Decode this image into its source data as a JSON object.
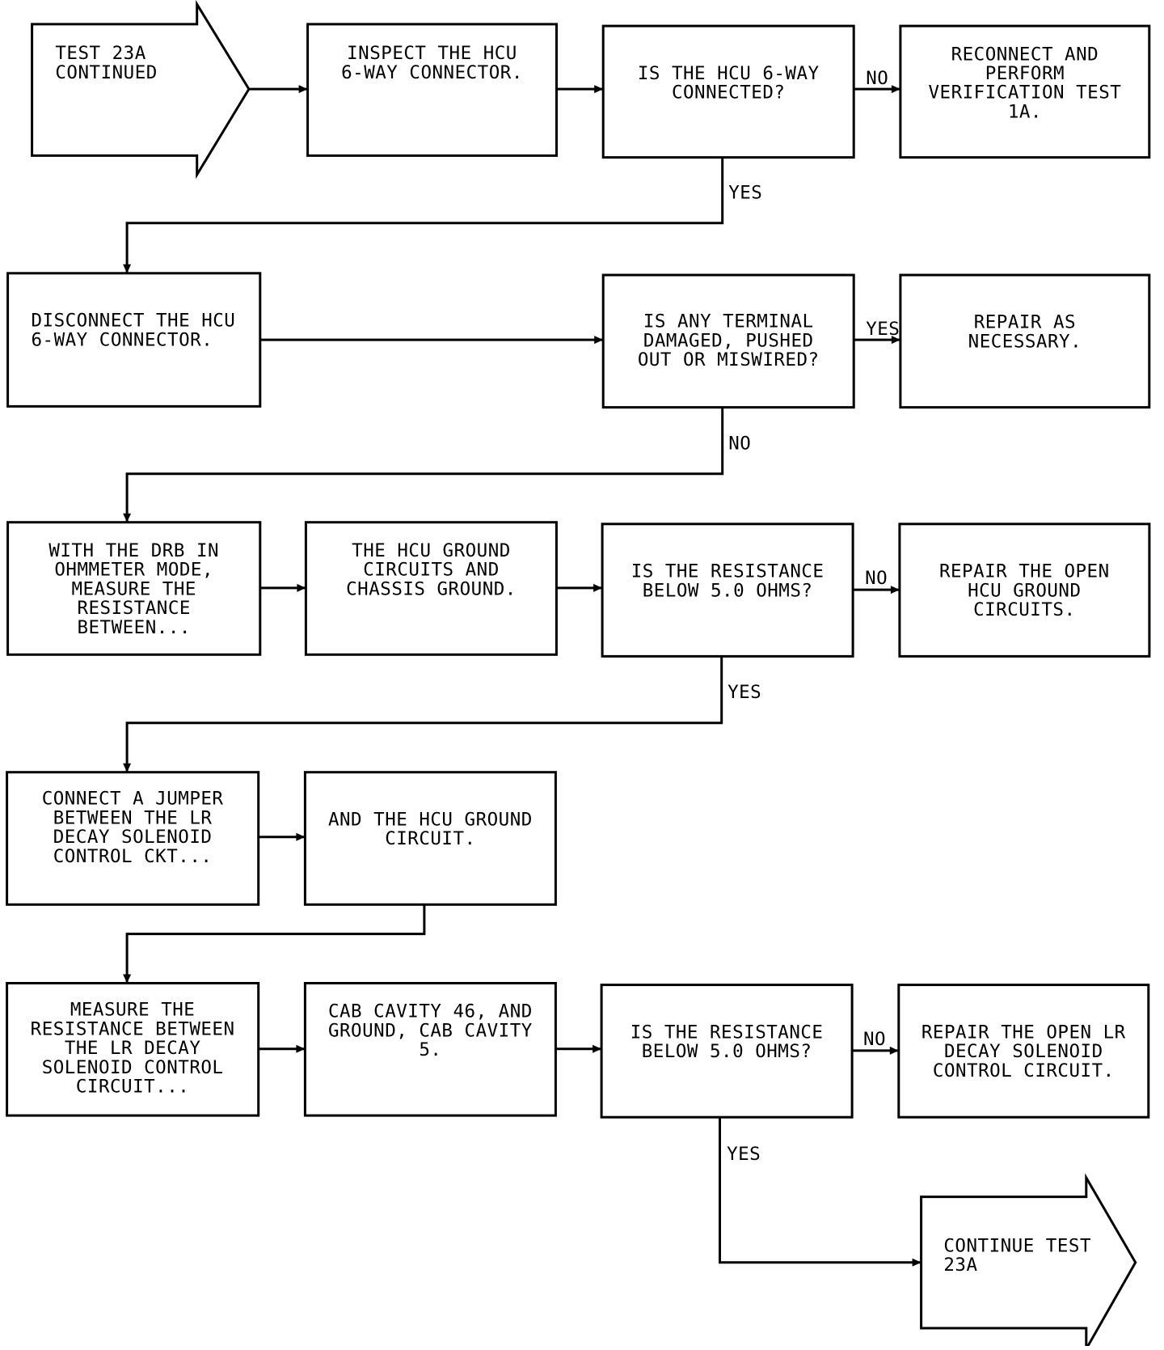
{
  "flowchart": {
    "nodes": [
      {
        "id": "start",
        "shape": "arrow-right",
        "lines": [
          "TEST 23A",
          "CONTINUED"
        ]
      },
      {
        "id": "inspect",
        "shape": "process",
        "lines": [
          "INSPECT THE HCU",
          "6-WAY CONNECTOR."
        ]
      },
      {
        "id": "q_connected",
        "shape": "decision",
        "lines": [
          "IS THE HCU 6-WAY",
          "CONNECTED?"
        ]
      },
      {
        "id": "reconnect",
        "shape": "process",
        "lines": [
          "RECONNECT AND",
          "PERFORM",
          "VERIFICATION TEST",
          "1A."
        ]
      },
      {
        "id": "disconnect",
        "shape": "process",
        "lines": [
          "DISCONNECT THE HCU",
          "6-WAY CONNECTOR."
        ]
      },
      {
        "id": "q_terminal",
        "shape": "decision",
        "lines": [
          "IS ANY TERMINAL",
          "DAMAGED, PUSHED",
          "OUT OR MISWIRED?"
        ]
      },
      {
        "id": "repair_nec",
        "shape": "process",
        "lines": [
          "REPAIR AS",
          "NECESSARY."
        ]
      },
      {
        "id": "with_drb",
        "shape": "process",
        "lines": [
          "WITH THE DRB IN",
          "OHMMETER MODE,",
          "MEASURE THE",
          "RESISTANCE",
          "BETWEEN..."
        ]
      },
      {
        "id": "ground_ckts",
        "shape": "process",
        "lines": [
          "THE HCU GROUND",
          "CIRCUITS AND",
          "CHASSIS GROUND."
        ]
      },
      {
        "id": "q_res1",
        "shape": "decision",
        "lines": [
          "IS THE RESISTANCE",
          "BELOW 5.0 OHMS?"
        ]
      },
      {
        "id": "repair_ground",
        "shape": "process",
        "lines": [
          "REPAIR THE OPEN",
          "HCU GROUND",
          "CIRCUITS."
        ]
      },
      {
        "id": "jumper",
        "shape": "process",
        "lines": [
          "CONNECT A JUMPER",
          "BETWEEN THE LR",
          "DECAY SOLENOID",
          "CONTROL CKT..."
        ]
      },
      {
        "id": "hcu_ground",
        "shape": "process",
        "lines": [
          "AND THE HCU GROUND",
          "CIRCUIT."
        ]
      },
      {
        "id": "measure",
        "shape": "process",
        "lines": [
          "MEASURE THE",
          "RESISTANCE BETWEEN",
          "THE LR DECAY",
          "SOLENOID CONTROL",
          "CIRCUIT..."
        ]
      },
      {
        "id": "cab",
        "shape": "process",
        "lines": [
          "CAB CAVITY 46, AND",
          "GROUND, CAB CAVITY",
          "5."
        ]
      },
      {
        "id": "q_res2",
        "shape": "decision",
        "lines": [
          "IS THE RESISTANCE",
          "BELOW 5.0 OHMS?"
        ]
      },
      {
        "id": "repair_lr",
        "shape": "process",
        "lines": [
          "REPAIR THE OPEN LR",
          "DECAY SOLENOID",
          "CONTROL CIRCUIT."
        ]
      },
      {
        "id": "end",
        "shape": "arrow-right",
        "lines": [
          "CONTINUE TEST",
          "23A"
        ]
      }
    ],
    "edges": [
      {
        "from": "start",
        "to": "inspect",
        "label": ""
      },
      {
        "from": "inspect",
        "to": "q_connected",
        "label": ""
      },
      {
        "from": "q_connected",
        "to": "reconnect",
        "label": "NO"
      },
      {
        "from": "q_connected",
        "to": "disconnect",
        "label": "YES"
      },
      {
        "from": "disconnect",
        "to": "q_terminal",
        "label": ""
      },
      {
        "from": "q_terminal",
        "to": "repair_nec",
        "label": "YES"
      },
      {
        "from": "q_terminal",
        "to": "with_drb",
        "label": "NO"
      },
      {
        "from": "with_drb",
        "to": "ground_ckts",
        "label": ""
      },
      {
        "from": "ground_ckts",
        "to": "q_res1",
        "label": ""
      },
      {
        "from": "q_res1",
        "to": "repair_ground",
        "label": "NO"
      },
      {
        "from": "q_res1",
        "to": "jumper",
        "label": "YES"
      },
      {
        "from": "jumper",
        "to": "hcu_ground",
        "label": ""
      },
      {
        "from": "hcu_ground",
        "to": "measure",
        "label": ""
      },
      {
        "from": "measure",
        "to": "cab",
        "label": ""
      },
      {
        "from": "cab",
        "to": "q_res2",
        "label": ""
      },
      {
        "from": "q_res2",
        "to": "repair_lr",
        "label": "NO"
      },
      {
        "from": "q_res2",
        "to": "end",
        "label": "YES"
      }
    ]
  }
}
